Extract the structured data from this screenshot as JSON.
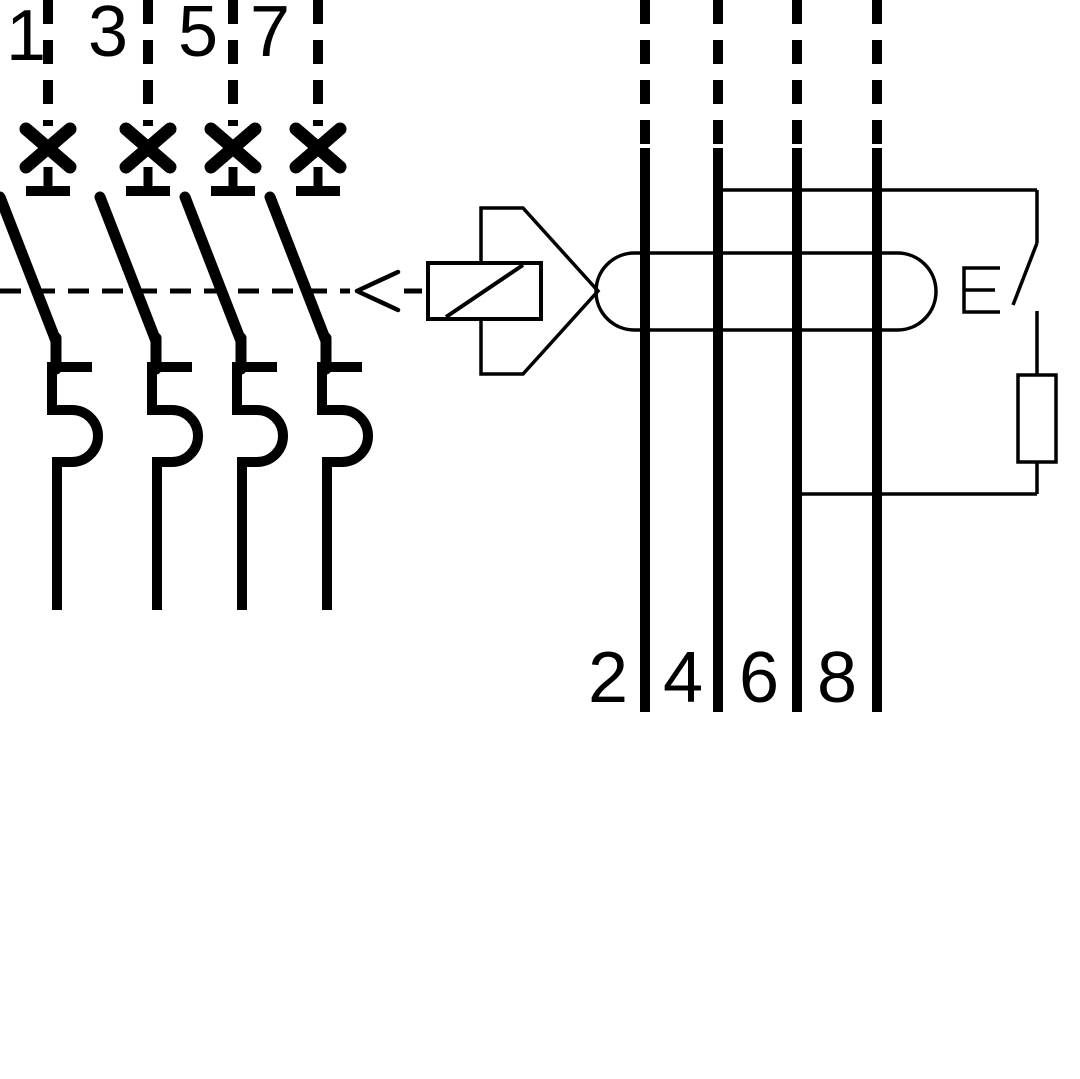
{
  "diagram": {
    "colors": {
      "line": "#000000",
      "background": "#ffffff"
    },
    "pole_labels_top": [
      "1",
      "3",
      "5",
      "7"
    ],
    "conductor_labels_bottom": [
      "2",
      "4",
      "6",
      "8"
    ]
  }
}
